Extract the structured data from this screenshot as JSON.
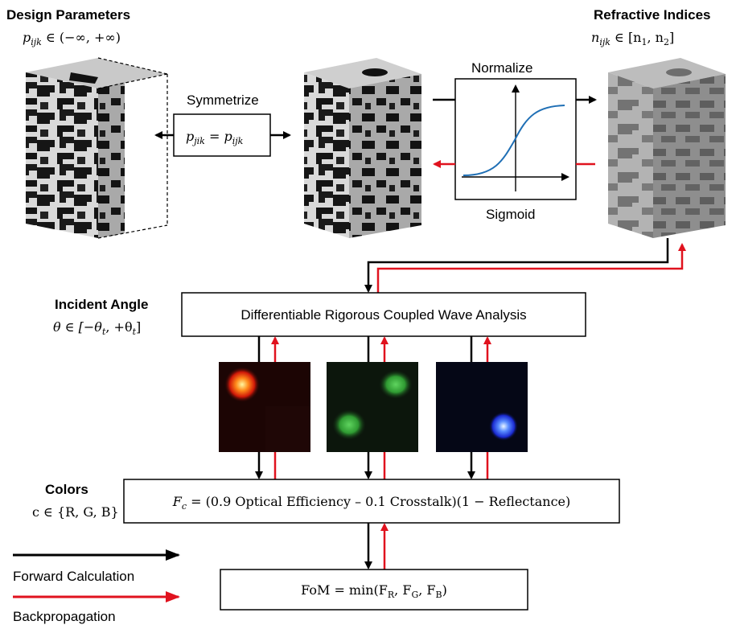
{
  "design_parameters": {
    "title": "Design Parameters",
    "formula_var": "p",
    "formula_sub": "ijk",
    "formula_rest": " ∈ (−∞, +∞)"
  },
  "refractive_indices": {
    "title": "Refractive Indices",
    "formula_var": "n",
    "formula_sub": "ijk",
    "formula_mid": " ∈ [n",
    "formula_sub1": "1",
    "formula_comma": ", n",
    "formula_sub2": "2",
    "formula_end": "]"
  },
  "symmetrize": {
    "label": "Symmetrize",
    "lhs_var": "p",
    "lhs_sub": "jik",
    "eq": " = ",
    "rhs_var": "p",
    "rhs_sub": "ijk"
  },
  "normalize": {
    "top_label": "Normalize",
    "bottom_label": "Sigmoid"
  },
  "incident_angle": {
    "title": "Incident Angle",
    "formula_pre": "θ ∈ [−θ",
    "formula_sub1": "t",
    "formula_mid": ", +θ",
    "formula_sub2": "t",
    "formula_end": "]"
  },
  "rcwa": {
    "label": "Differentiable Rigorous Coupled Wave Analysis"
  },
  "colors": {
    "title": "Colors",
    "formula": "c ∈ {R, G, B}"
  },
  "fc": {
    "var": "F",
    "sub": "c",
    "expr": " = (0.9 Optical Efficiency –  0.1 Crosstalk)(1 − Reflectance)"
  },
  "fom": {
    "pre": "FoM = min(F",
    "s1": "R",
    "c1": ", F",
    "s2": "G",
    "c2": ", F",
    "s3": "B",
    "end": ")"
  },
  "legend": {
    "forward": "Forward Calculation",
    "backprop": "Backpropagation"
  },
  "palette": {
    "forward": "#000000",
    "backward": "#e0121e",
    "curve": "#1f6fb5",
    "red_spot": "#ff5a1a",
    "green_spot": "#3fb63f",
    "blue_spot": "#4a7dff"
  }
}
